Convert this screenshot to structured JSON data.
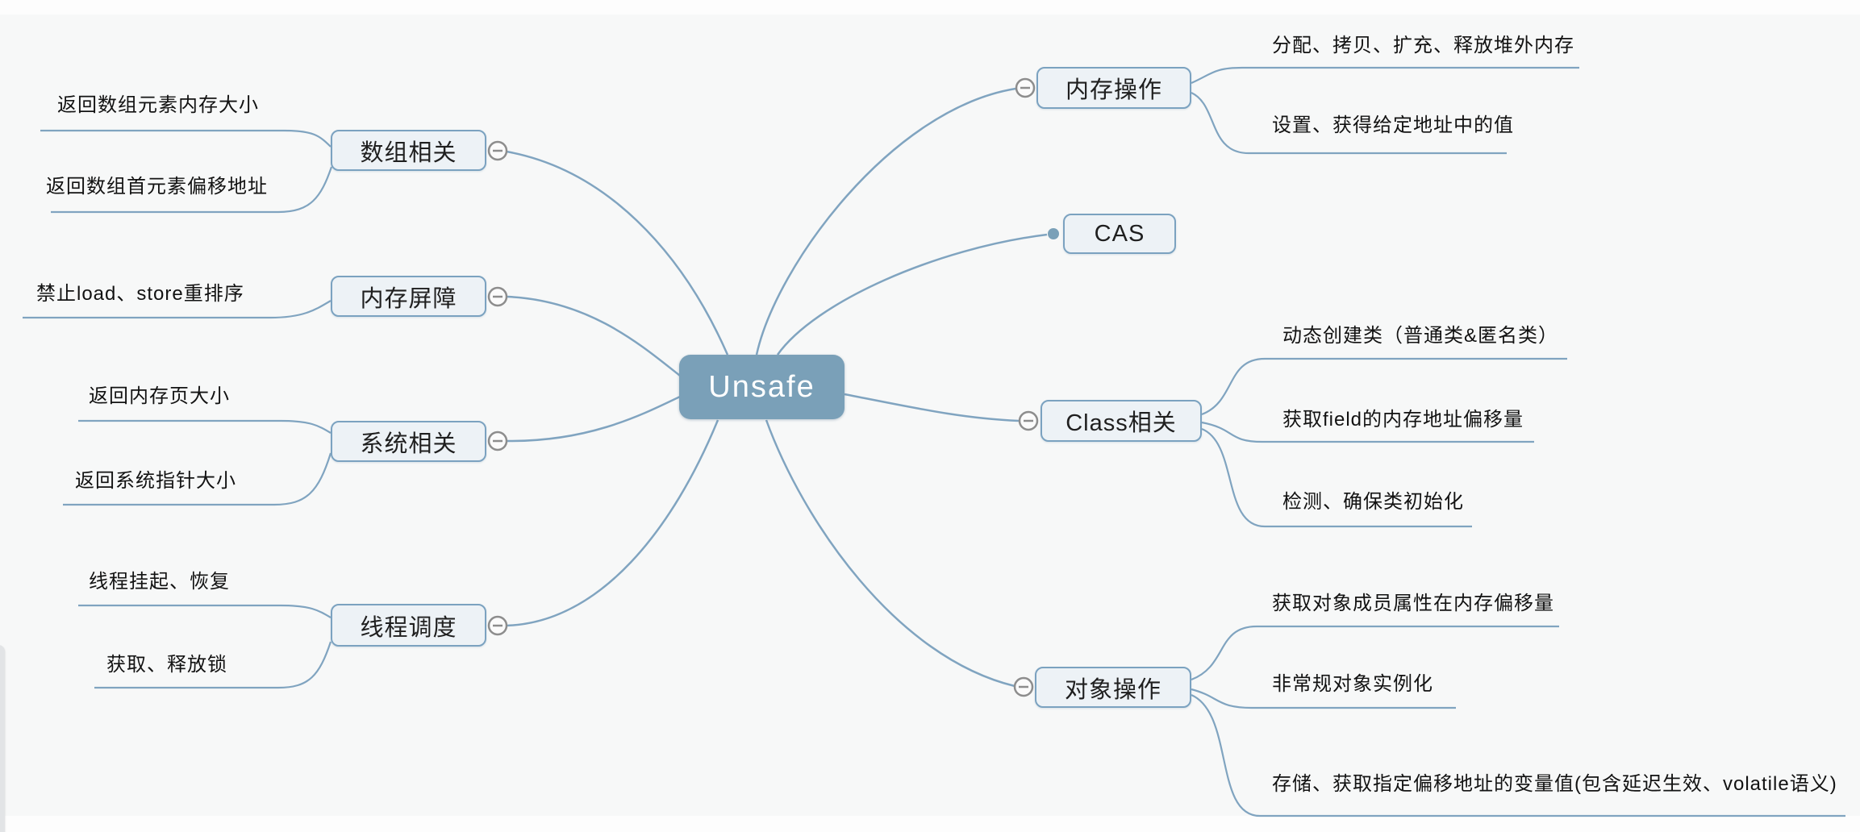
{
  "mindmap": {
    "root": {
      "label": "Unsafe"
    },
    "left": [
      {
        "id": "array",
        "label": "数组相关",
        "leaves": [
          "返回数组元素内存大小",
          "返回数组首元素偏移地址"
        ]
      },
      {
        "id": "membar",
        "label": "内存屏障",
        "leaves": [
          "禁止load、store重排序"
        ]
      },
      {
        "id": "system",
        "label": "系统相关",
        "leaves": [
          "返回内存页大小",
          "返回系统指针大小"
        ]
      },
      {
        "id": "thread",
        "label": "线程调度",
        "leaves": [
          "线程挂起、恢复",
          "获取、释放锁"
        ]
      }
    ],
    "right": [
      {
        "id": "memory",
        "label": "内存操作",
        "leaves": [
          "分配、拷贝、扩充、释放堆外内存",
          "设置、获得给定地址中的值"
        ]
      },
      {
        "id": "cas",
        "label": "CAS",
        "leaves": []
      },
      {
        "id": "class",
        "label": "Class相关",
        "leaves": [
          "动态创建类（普通类&匿名类）",
          "获取field的内存地址偏移量",
          "检测、确保类初始化"
        ]
      },
      {
        "id": "object",
        "label": "对象操作",
        "leaves": [
          "获取对象成员属性在内存偏移量",
          "非常规对象实例化",
          "存储、获取指定偏移地址的变量值(包含延迟生效、volatile语义)"
        ]
      }
    ]
  },
  "icons": {
    "collapse": "minus-in-circle",
    "terminal": "filled-dot"
  },
  "colors": {
    "background": "#f7f8f8",
    "root_fill": "#7aa0b8",
    "root_text": "#ffffff",
    "node_fill": "#edf2f6",
    "node_border": "#7ba2c0",
    "connector": "#80a4c0",
    "collapse_stroke": "#8d8d8d",
    "leaf_text": "#121212"
  }
}
